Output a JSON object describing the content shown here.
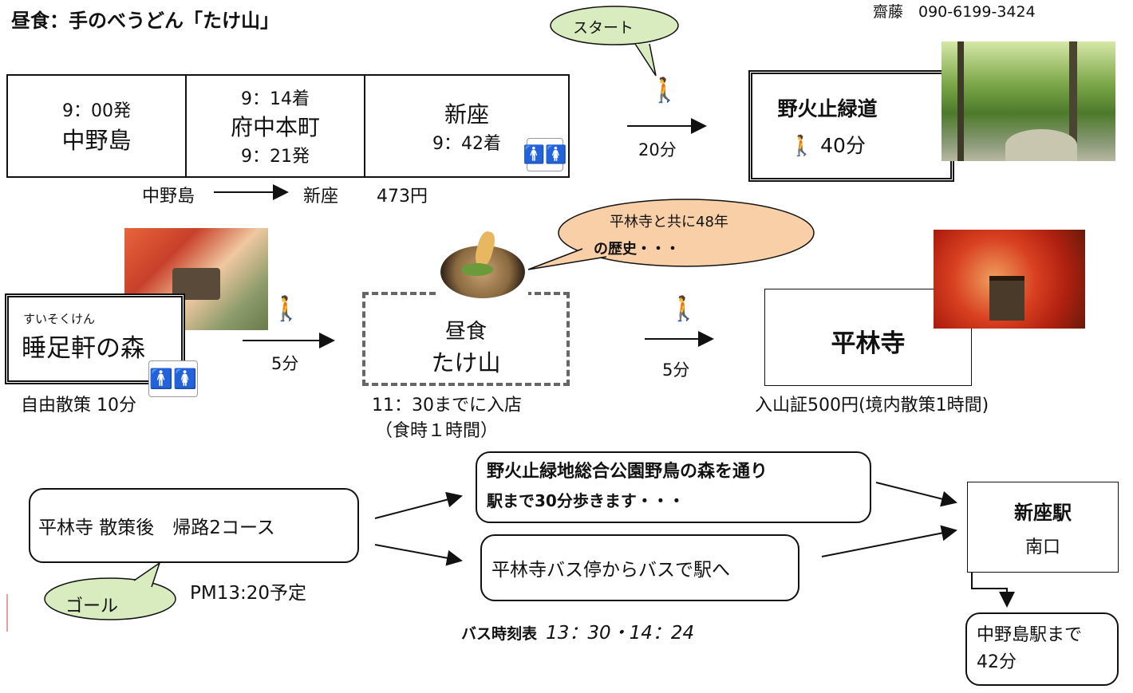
{
  "header": {
    "title": "昼食：手のべうどん「たけ山」",
    "contact": "齋藤　090-6199-3424"
  },
  "callouts": {
    "start": "スタート",
    "history_line1": "平林寺と共に48年",
    "history_line2": "の歴史・・・",
    "goal": "ゴール"
  },
  "train": {
    "stop1_time": "9：00発",
    "stop1_name": "中野島",
    "stop2_arrive": "9：14着",
    "stop2_name": "府中本町",
    "stop2_depart": "9：21発",
    "stop3_name": "新座",
    "stop3_time": "9：42着",
    "fare_from": "中野島",
    "fare_to": "新座",
    "fare_price": "473円"
  },
  "walks": {
    "to_nobidome": "20分",
    "to_lunch": "5分",
    "to_heirinji": "5分"
  },
  "nobidome": {
    "name": "野火止緑道",
    "duration": "40分"
  },
  "suisokuken": {
    "ruby": "すいそくけん",
    "name": "睡足軒の森",
    "note": "自由散策 10分"
  },
  "lunch": {
    "label": "昼食",
    "name": "たけ山",
    "note1": "11：30までに入店",
    "note2": "（食時１時間）"
  },
  "heirinji": {
    "name": "平林寺",
    "note": "入山証500円(境内散策1時間)"
  },
  "return": {
    "main": "平林寺 散策後　帰路2コース",
    "pm": "PM13:20予定",
    "route1_line1": "野火止緑地総合公園野鳥の森を通り",
    "route1_line2": "駅まで30分歩きます・・・",
    "route2": "平林寺バス停からバスで駅へ",
    "bus_label": "バス時刻表",
    "bus_times": "13：30・14：24",
    "station_name": "新座駅",
    "station_exit": "南口",
    "to_nakanoshima_line1": "中野島駅まで",
    "to_nakanoshima_line2": "42分"
  },
  "colors": {
    "callout_green": "#d8ecc0",
    "callout_peach": "#f8cfa6",
    "toilet_red": "#e02020"
  }
}
